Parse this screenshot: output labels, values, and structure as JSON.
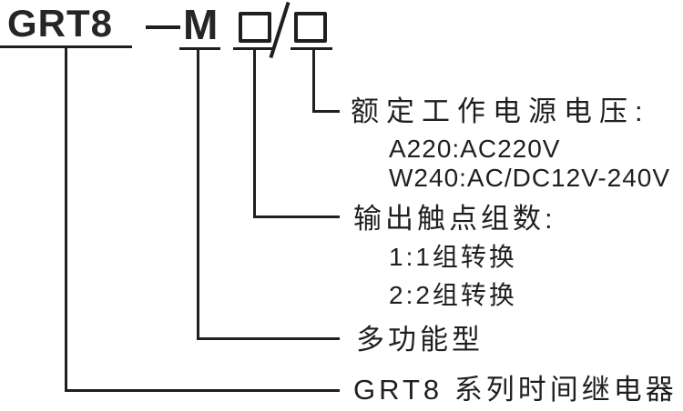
{
  "colors": {
    "ink": "#1f1f1f",
    "background": "#ffffff"
  },
  "model_header": {
    "series": "GRT8",
    "separator": "—",
    "type_code": "M",
    "placeholder_box_1": "□",
    "slash": "/",
    "placeholder_box_2": "□"
  },
  "callouts": [
    {
      "id": "rated-supply-voltage",
      "title": "额定工作电源电压:",
      "options": [
        "A220:AC220V",
        "W240:AC/DC12V-240V"
      ]
    },
    {
      "id": "output-contact-groups",
      "title": "输出触点组数:",
      "options": [
        "1:1组转换",
        "2:2组转换"
      ]
    },
    {
      "id": "multifunction-type",
      "title": "多功能型",
      "options": []
    },
    {
      "id": "series-name",
      "title": "GRT8 系列时间继电器",
      "options": []
    }
  ]
}
